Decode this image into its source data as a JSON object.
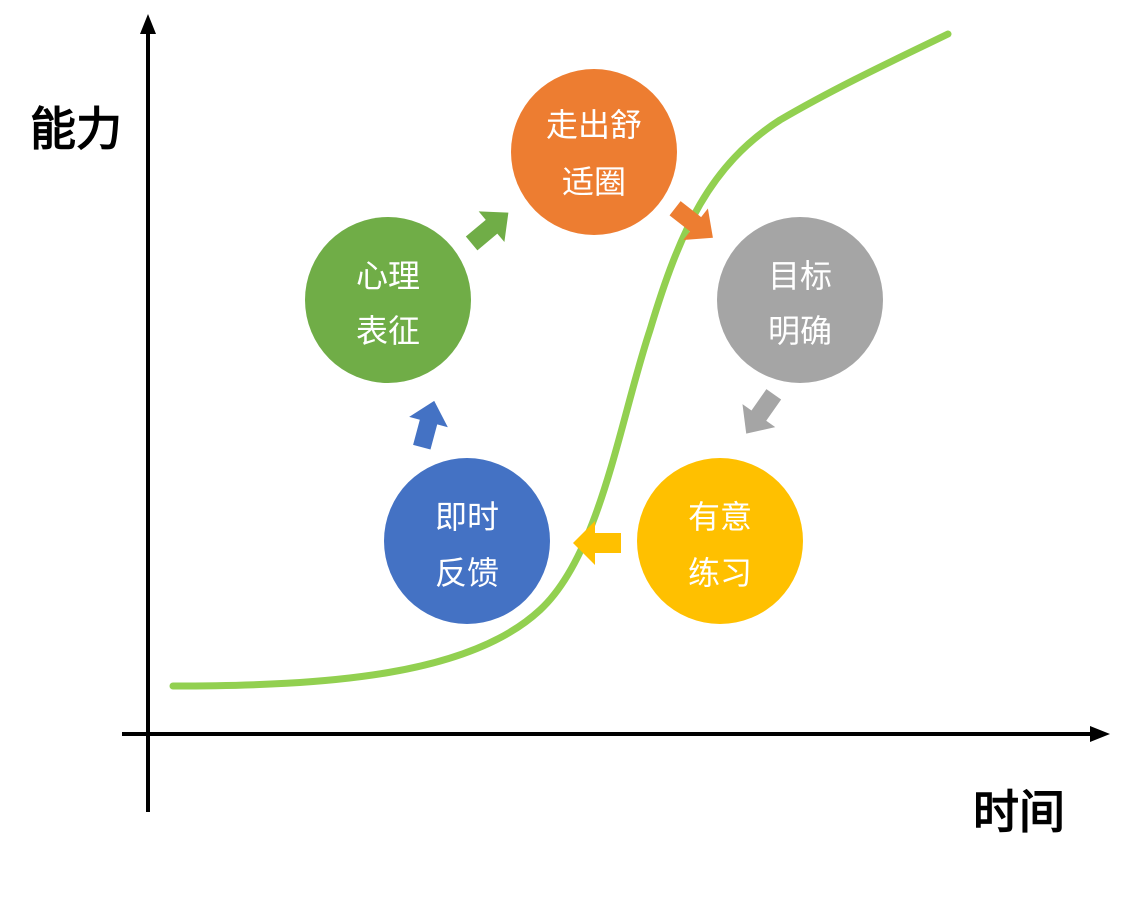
{
  "axes": {
    "y_label": "能力",
    "x_label": "时间"
  },
  "colors": {
    "axis": "#000000",
    "curve": "#92d050",
    "background": "#ffffff"
  },
  "cycle": [
    {
      "id": "comfort-zone",
      "lines": [
        "走出舒",
        "适圈"
      ],
      "color": "#ed7d31"
    },
    {
      "id": "clear-goal",
      "lines": [
        "目标",
        "明确"
      ],
      "color": "#a5a5a5"
    },
    {
      "id": "deliberate-practice",
      "lines": [
        "有意",
        "练习"
      ],
      "color": "#ffc000"
    },
    {
      "id": "instant-feedback",
      "lines": [
        "即时",
        "反馈"
      ],
      "color": "#4472c4"
    },
    {
      "id": "mental-representation",
      "lines": [
        "心理",
        "表征"
      ],
      "color": "#70ad47"
    }
  ],
  "arrows": [
    {
      "id": "arrow-to-comfort-zone",
      "color": "#70ad47",
      "direction": "up-right"
    },
    {
      "id": "arrow-to-clear-goal",
      "color": "#ed7d31",
      "direction": "down-right"
    },
    {
      "id": "arrow-to-deliberate-practice",
      "color": "#a5a5a5",
      "direction": "down-left"
    },
    {
      "id": "arrow-to-instant-feedback",
      "color": "#ffc000",
      "direction": "left"
    },
    {
      "id": "arrow-to-mental-representation",
      "color": "#4472c4",
      "direction": "up"
    }
  ]
}
